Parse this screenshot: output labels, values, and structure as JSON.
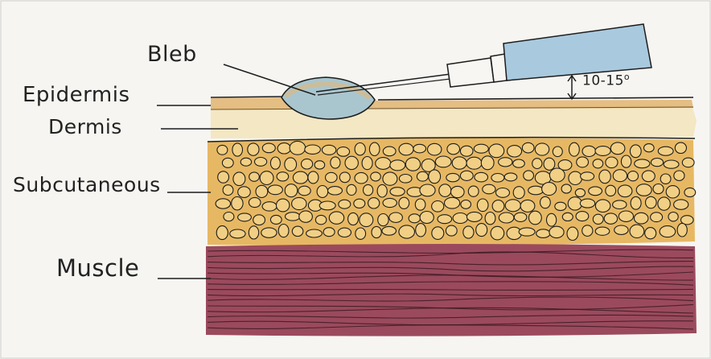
{
  "labels": {
    "bleb": "Bleb",
    "epidermis": "Epidermis",
    "dermis": "Dermis",
    "subcutaneous": "Subcutaneous",
    "muscle": "Muscle",
    "angle": "10-15",
    "angle_degree": "o"
  },
  "colors": {
    "background": "#f6f5f1",
    "epidermis": "#e3b878",
    "dermis": "#f3e7c4",
    "subcutaneous_fill": "#e7b863",
    "fat_globule": "#f1cf84",
    "muscle": "#9b4a5d",
    "muscle_fiber": "#3c1a22",
    "bleb": "#a9c6cf",
    "syringe_barrel": "#a9c9de",
    "ink": "#1d1d1d"
  }
}
